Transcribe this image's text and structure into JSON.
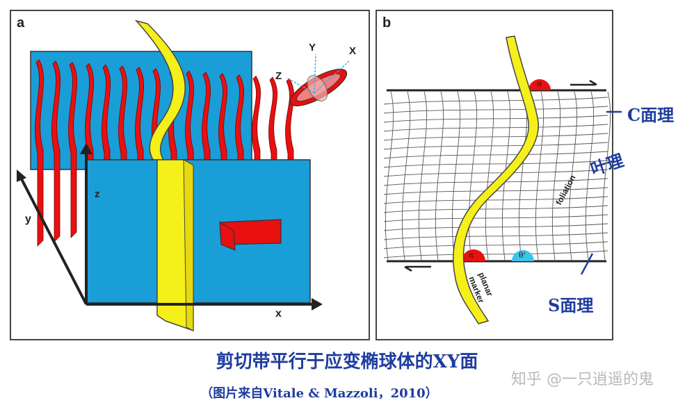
{
  "panel_a": {
    "label": "a",
    "axis_x": "x",
    "axis_y": "y",
    "axis_z": "z",
    "ellipsoid_x": "X",
    "ellipsoid_y": "Y",
    "ellipsoid_z": "Z"
  },
  "panel_b": {
    "label": "b",
    "alpha_top": "α",
    "alpha_bottom": "α",
    "theta": "θ'",
    "foliation": "foliation",
    "planar_marker_1": "planar",
    "planar_marker_2": "marker"
  },
  "annotations": {
    "c_plane": "C面理",
    "s_plane": "S面理",
    "foliation_cn": "叶理"
  },
  "caption": {
    "title": "剪切带平行于应变椭球体的XY面",
    "source": "（图片来自Vitale & Mazzoli，2010）"
  },
  "watermark": "知乎 @一只逍遥的鬼",
  "colors": {
    "blue_plane": "#1a9ed8",
    "red_fold": "#e81010",
    "yellow_marker": "#f5ef1a",
    "caption_blue": "#1f3c9e"
  }
}
